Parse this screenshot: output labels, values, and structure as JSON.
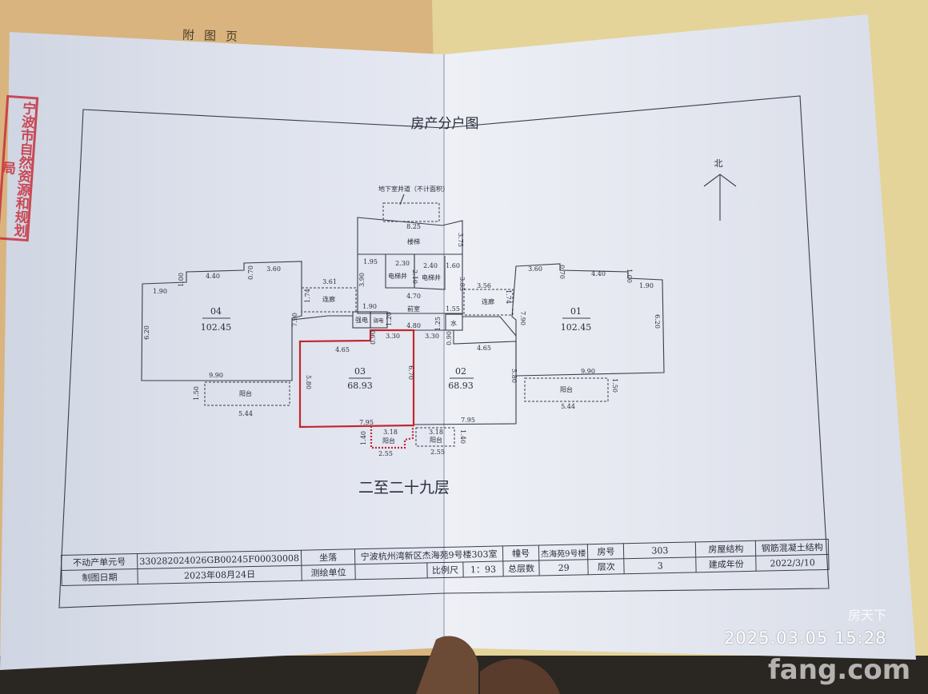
{
  "page_header": "附图页",
  "stamp_text": "宁波市自然资源和规划局",
  "plan": {
    "title": "房产分户图",
    "north_label": "北",
    "floor_range": "二至二十九层",
    "shaft_note": "地下室井道（不计面积）",
    "rooms": {
      "stairs": "楼梯",
      "elevator_1": "电梯井",
      "elevator_2": "电梯井",
      "lobby": "前室",
      "strong_power": "强电",
      "weak_power": "弱电",
      "water": "水",
      "corridor_left": "连廊",
      "corridor_right": "连廊",
      "balcony_04": "阳台",
      "balcony_01": "阳台",
      "balcony_03": "阳台",
      "balcony_02": "阳台"
    },
    "units": [
      {
        "id": "04",
        "area": "102.45"
      },
      {
        "id": "01",
        "area": "102.45"
      },
      {
        "id": "03",
        "area": "68.93",
        "highlighted": true
      },
      {
        "id": "02",
        "area": "68.93"
      }
    ],
    "dims": [
      "8.25",
      "3.75",
      "1.95",
      "2.30",
      "2.40",
      "1.60",
      "2.10",
      "3.90",
      "3.85",
      "4.70",
      "1.90",
      "1.55",
      "1.20",
      "4.80",
      "1.25",
      "3.61",
      "1.74",
      "3.56",
      "1.74",
      "4.40",
      "1.00",
      "0.70",
      "3.60",
      "1.90",
      "6.20",
      "7.90",
      "9.90",
      "1.50",
      "5.44",
      "3.60",
      "0.70",
      "4.40",
      "1.00",
      "1.90",
      "6.20",
      "7.90",
      "9.90",
      "1.50",
      "5.44",
      "4.65",
      "0.90",
      "3.30",
      "5.80",
      "6.70",
      "7.95",
      "3.30",
      "0.90",
      "4.65",
      "5.80",
      "7.95",
      "1.40",
      "3.18",
      "2.55",
      "3.18",
      "1.40",
      "2.55"
    ],
    "highlight_color": "#c0282e"
  },
  "info_table": {
    "unit_no_label": "不动产单元号",
    "unit_no": "330282024026GB00245F00030008",
    "location_label": "坐落",
    "location": "宁波杭州湾新区杰海苑9号楼303室",
    "building_label": "幢号",
    "building": "杰海苑9号楼",
    "room_label": "房号",
    "room": "303",
    "structure_label": "房屋结构",
    "structure": "钢筋混凝土结构",
    "date_label": "制图日期",
    "date": "2023年08月24日",
    "surveyor_label": "测绘单位",
    "surveyor": "",
    "scale_label": "比例尺",
    "scale": "1：93",
    "total_floors_label": "总层数",
    "total_floors": "29",
    "floor_label": "层次",
    "floor": "3",
    "built_label": "建成年份",
    "built": "2022/3/10"
  },
  "overlay": {
    "timestamp": "2025.03.05  15:28",
    "watermark_cn": "房天下",
    "watermark_en": "fang.com"
  }
}
